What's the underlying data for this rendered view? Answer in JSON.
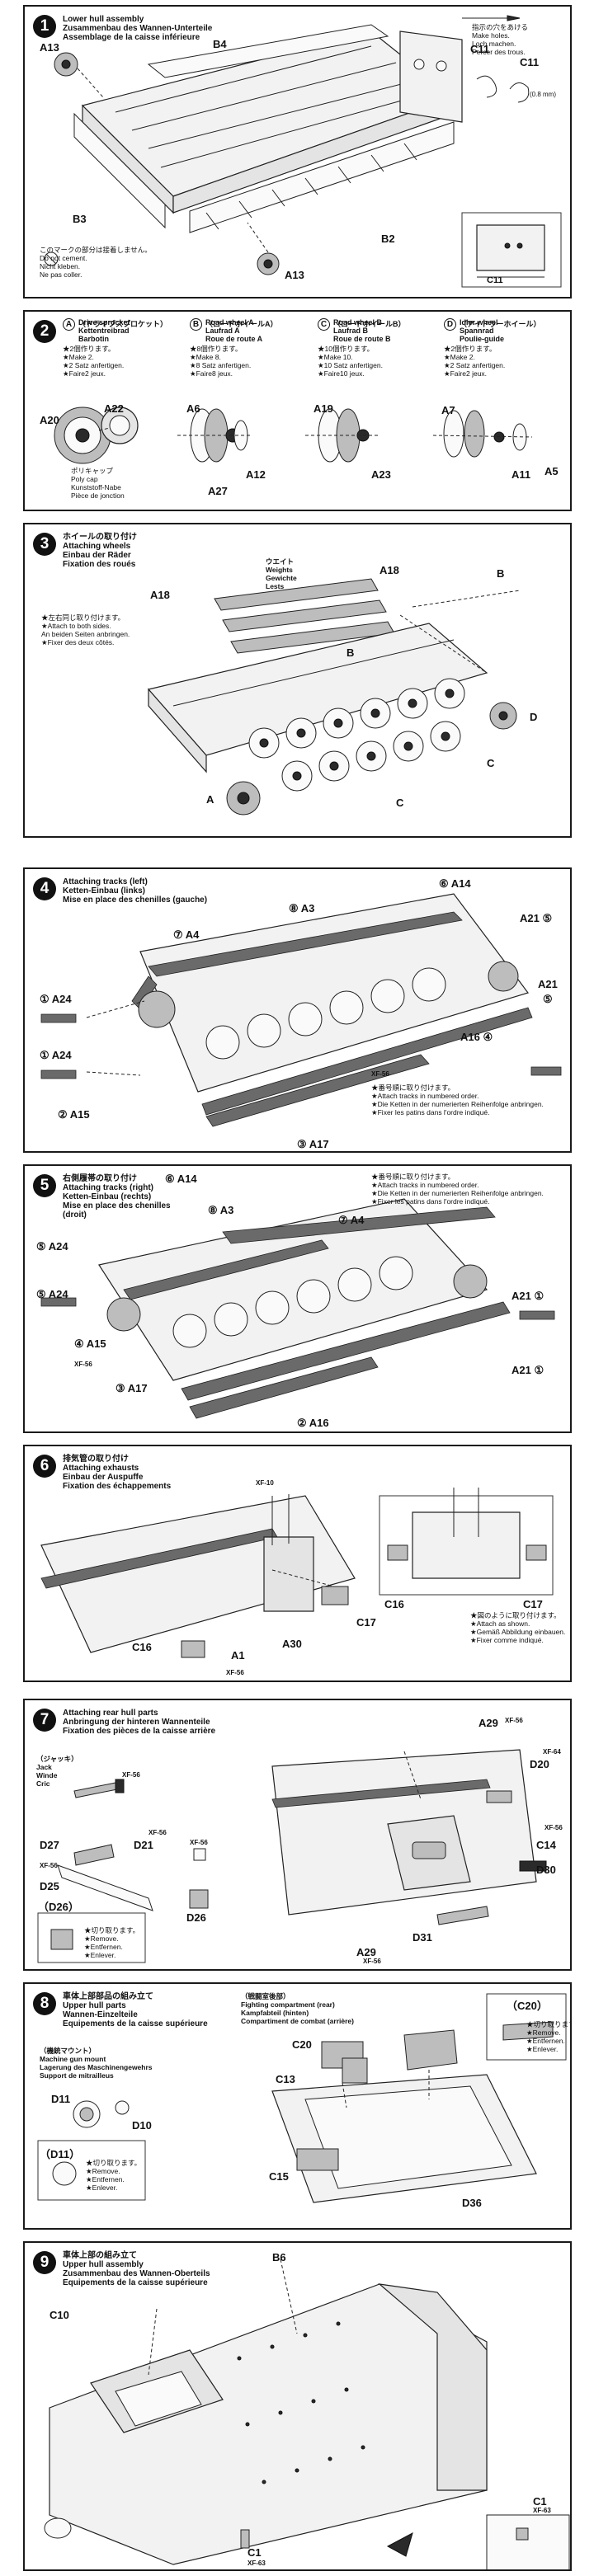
{
  "step1": {
    "num": "1",
    "title": [
      "Lower hull assembly",
      "Zusammenbau des Wannen-Unterteile",
      "Assemblage de la caisse inférieure"
    ],
    "labels": {
      "b4": "B4",
      "a13_top": "A13",
      "c11": "C11",
      "c11_inset": "C11",
      "b3": "B3",
      "b2": "B2",
      "a13_bottom": "A13",
      "c11_bottom": "C11"
    },
    "hole_note": [
      "指示の穴をあける",
      "Make holes.",
      "Loch machen.",
      "Percer des trous."
    ],
    "dim": "(0.8 mm)",
    "glue_note": [
      "このマークの部分は接着しません。",
      "Do not cement.",
      "Nicht kleben.",
      "Ne pas coller."
    ]
  },
  "step2": {
    "num": "2",
    "subs": [
      {
        "letter": "A",
        "jp": "（ドライブスプロケット）",
        "lines": [
          "Drive sprocket",
          "Kettentreibrad",
          "Barbotin"
        ],
        "qty": [
          "★2個作ります。",
          "★Make 2.",
          "★2 Satz anfertigen.",
          "★Faire2 jeux."
        ]
      },
      {
        "letter": "B",
        "jp": "（ロードホイールA）",
        "lines": [
          "Road wheel A",
          "Laufrad A",
          "Roue de route A"
        ],
        "qty": [
          "★8個作ります。",
          "★Make 8.",
          "★8 Satz anfertigen.",
          "★Faire8 jeux."
        ]
      },
      {
        "letter": "C",
        "jp": "（ロードホイールB）",
        "lines": [
          "Road wheel B",
          "Laufrad B",
          "Roue de route B"
        ],
        "qty": [
          "★10個作ります。",
          "★Make 10.",
          "★10 Satz anfertigen.",
          "★Faire10 jeux."
        ]
      },
      {
        "letter": "D",
        "jp": "（アイドラーホイール）",
        "lines": [
          "Idler wheel",
          "Spannrad",
          "Poulie-guide"
        ],
        "qty": [
          "★2個作ります。",
          "★Make 2.",
          "★2 Satz anfertigen.",
          "★Faire2 jeux."
        ]
      }
    ],
    "labels": {
      "a22": "A22",
      "a20": "A20",
      "a6": "A6",
      "a12": "A12",
      "a27": "A27",
      "a19": "A19",
      "a23": "A23",
      "a7": "A7",
      "a11": "A11",
      "a5": "A5"
    },
    "polycap": [
      "ポリキャップ",
      "Poly cap",
      "Kunststoff-Nabe",
      "Pièce de jonction"
    ]
  },
  "step3": {
    "num": "3",
    "title": [
      "ホイールの取り付け",
      "Attaching wheels",
      "Einbau der Räder",
      "Fixation des roués"
    ],
    "weights": [
      "ウエイト",
      "Weights",
      "Gewichte",
      "Lests"
    ],
    "labels": {
      "a18_top": "A18",
      "a18_left": "A18",
      "b_top": "B",
      "b_mid": "B",
      "a": "A",
      "c_right": "C",
      "c_bottom": "C",
      "d": "D"
    },
    "side_note": [
      "★左右同じ取り付けます。",
      "★Attach to both sides.",
      "An beiden Seiten anbringen.",
      "★Fixer des deux côtés."
    ]
  },
  "step4": {
    "num": "4",
    "title": [
      "Attaching tracks (left)",
      "Ketten-Einbau (links)",
      "Mise en place des chenilles (gauche)"
    ],
    "labels": {
      "a14": "⑥ A14",
      "a3": "⑧ A3",
      "a4": "⑦ A4",
      "a21_top": "A21 ⑤",
      "a21_right": "A21",
      "a21_right_n": "⑤",
      "a16": "A16 ④",
      "a24_top": "① A24",
      "a24_bottom": "① A24",
      "a15": "② A15",
      "a17": "③ A17"
    },
    "xf": "XF-56",
    "order_note": [
      "★番号順に取り付けます。",
      "★Attach tracks in numbered order.",
      "★Die Ketten in der numerierten Reihenfolge anbringen.",
      "★Fixer les patins dans l'ordre indiqué."
    ]
  },
  "step5": {
    "num": "5",
    "title": [
      "右側履帯の取り付け",
      "Attaching tracks (right)",
      "Ketten-Einbau (rechts)",
      "Mise en place des chenilles",
      "(droit)"
    ],
    "labels": {
      "a14": "⑥ A14",
      "a3": "⑧ A3",
      "a4": "⑦ A4",
      "a24_top": "⑤ A24",
      "a24_mid": "⑤ A24",
      "a15": "④ A15",
      "a17": "③ A17",
      "a16": "② A16",
      "a21_mid": "A21 ①",
      "a21_bottom": "A21 ①"
    },
    "xf": "XF-56",
    "order_note": [
      "★番号順に取り付けます。",
      "★Attach tracks in numbered order.",
      "★Die Ketten in der numerierten Reihenfolge anbringen.",
      "★Fixer les patins dans l'ordre indiqué."
    ]
  },
  "step6": {
    "num": "6",
    "title": [
      "排気管の取り付け",
      "Attaching exhausts",
      "Einbau der Auspuffe",
      "Fixation des échappements"
    ],
    "labels": {
      "c16_inset": "C16",
      "c17_inset": "C17",
      "c17": "C17",
      "c16": "C16",
      "a1": "A1",
      "a30": "A30"
    },
    "xf_top": "XF-10",
    "xf_bottom": "XF-56",
    "shown_note": [
      "★図のように取り付けます。",
      "★Attach as shown.",
      "★Gemäß Abbildung einbauen.",
      "★Fixer comme indiqué."
    ]
  },
  "step7": {
    "num": "7",
    "title": [
      "Attaching rear hull parts",
      "Anbringung der hinteren Wannenteile",
      "Fixation des pièces de la caisse arrière"
    ],
    "jack": [
      "（ジャッキ）",
      "Jack",
      "Winde",
      "Cric"
    ],
    "labels": {
      "d27": "D27",
      "d21": "D21",
      "d26": "D26",
      "d25": "D25",
      "d26_inset": "（D26）",
      "a29_top": "A29",
      "d20": "D20",
      "c14": "C14",
      "d30": "D30",
      "d31": "D31",
      "a29_bottom": "A29"
    },
    "xf_a": "XF-56",
    "xf_b": "XF-56",
    "xf_c": "XF-56",
    "xf_d": "XF-56",
    "xf_e": "XF-64",
    "xf_f": "XF-56",
    "xf_g": "XF-56",
    "xf_h": "XF-56",
    "remove_note": [
      "★切り取ります。",
      "★Remove.",
      "★Entfernen.",
      "★Enlever."
    ]
  },
  "step8": {
    "num": "8",
    "title": [
      "車体上部部品の組み立て",
      "Upper hull parts",
      "Wannen-Einzelteile",
      "Equipements de la caisse supérieure"
    ],
    "mg": [
      "（機銃マウント）",
      "Machine gun mount",
      "Lagerung des Maschinengewehrs",
      "Support de mitrailleus"
    ],
    "fighting": [
      "（戦闘室後部）",
      "Fighting compartment (rear)",
      "Kampfabteil (hinten)",
      "Compartiment de combat (arrière)"
    ],
    "labels": {
      "d11": "D11",
      "d10": "D10",
      "d11_inset": "（D11）",
      "c20_inset": "（C20）",
      "c20": "C20",
      "c13": "C13",
      "c15": "C15",
      "d36": "D36"
    },
    "remove_note": [
      "★切り取ります。",
      "★Remove.",
      "★Entfernen.",
      "★Enlever."
    ],
    "remove_note2": [
      "★切り取ります。",
      "★Remove.",
      "★Entfernen.",
      "★Enlever."
    ]
  },
  "step9": {
    "num": "9",
    "title": [
      "車体上部の組み立て",
      "Upper hull assembly",
      "Zusammenbau des Wannen-Oberteils",
      "Equipements de la caisse supérieure"
    ],
    "labels": {
      "b6": "B6",
      "c10": "C10",
      "c1_bottom": "C1",
      "c1_right": "C1"
    },
    "xf_a": "XF-63",
    "xf_b": "XF-63"
  }
}
